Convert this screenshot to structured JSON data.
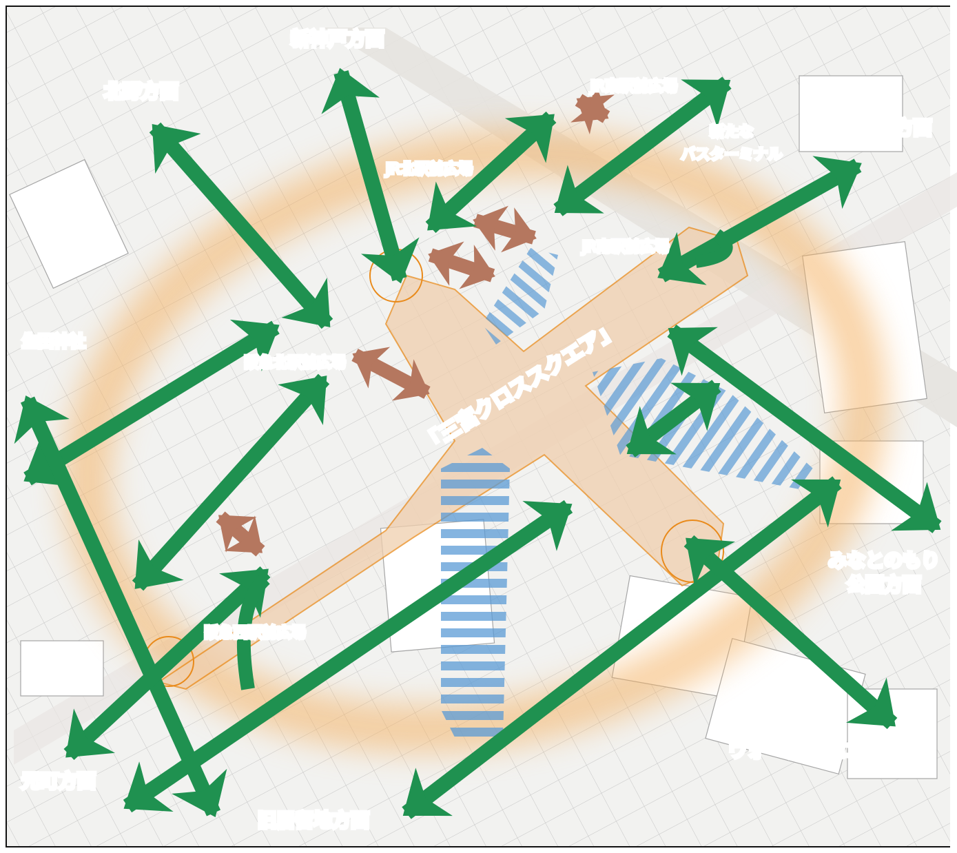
{
  "map": {
    "colors": {
      "walk_arrow": "#1f9150",
      "train_crossing_arrow": "#b5775f",
      "deck_stripe": "#5b9bd5",
      "ring_glow": "#f4b060",
      "cross_square_outline": "#e98a1a"
    },
    "icons": {
      "direction": "double-headed-arrow",
      "crossing": "double-headed-arrow"
    },
    "directions": {
      "shin_kobe": "新神戸方面",
      "kitano": "北野方面",
      "ikutagawa": "生田川方面",
      "ikuta_jinja": "生田神社",
      "minatonomori_1": "みなとのもり",
      "minatonomori_2": "公園方面",
      "motomachi": "元町方面",
      "kyukyoryuchi": "旧居留地方面",
      "waterfront": "ウォーターフロント方面"
    },
    "plazas": {
      "jr_east": "JR東駅前広場",
      "jr_north": "JR北駅前広場",
      "jr_south": "JR南駅前広場",
      "hankyu_north": "阪急北駅前広場",
      "hankyu_west": "阪急西駅前広場",
      "new_bus_terminal_1": "新たな",
      "new_bus_terminal_2": "バスターミナル"
    },
    "square_name": "「三宮クロススクエア」"
  }
}
